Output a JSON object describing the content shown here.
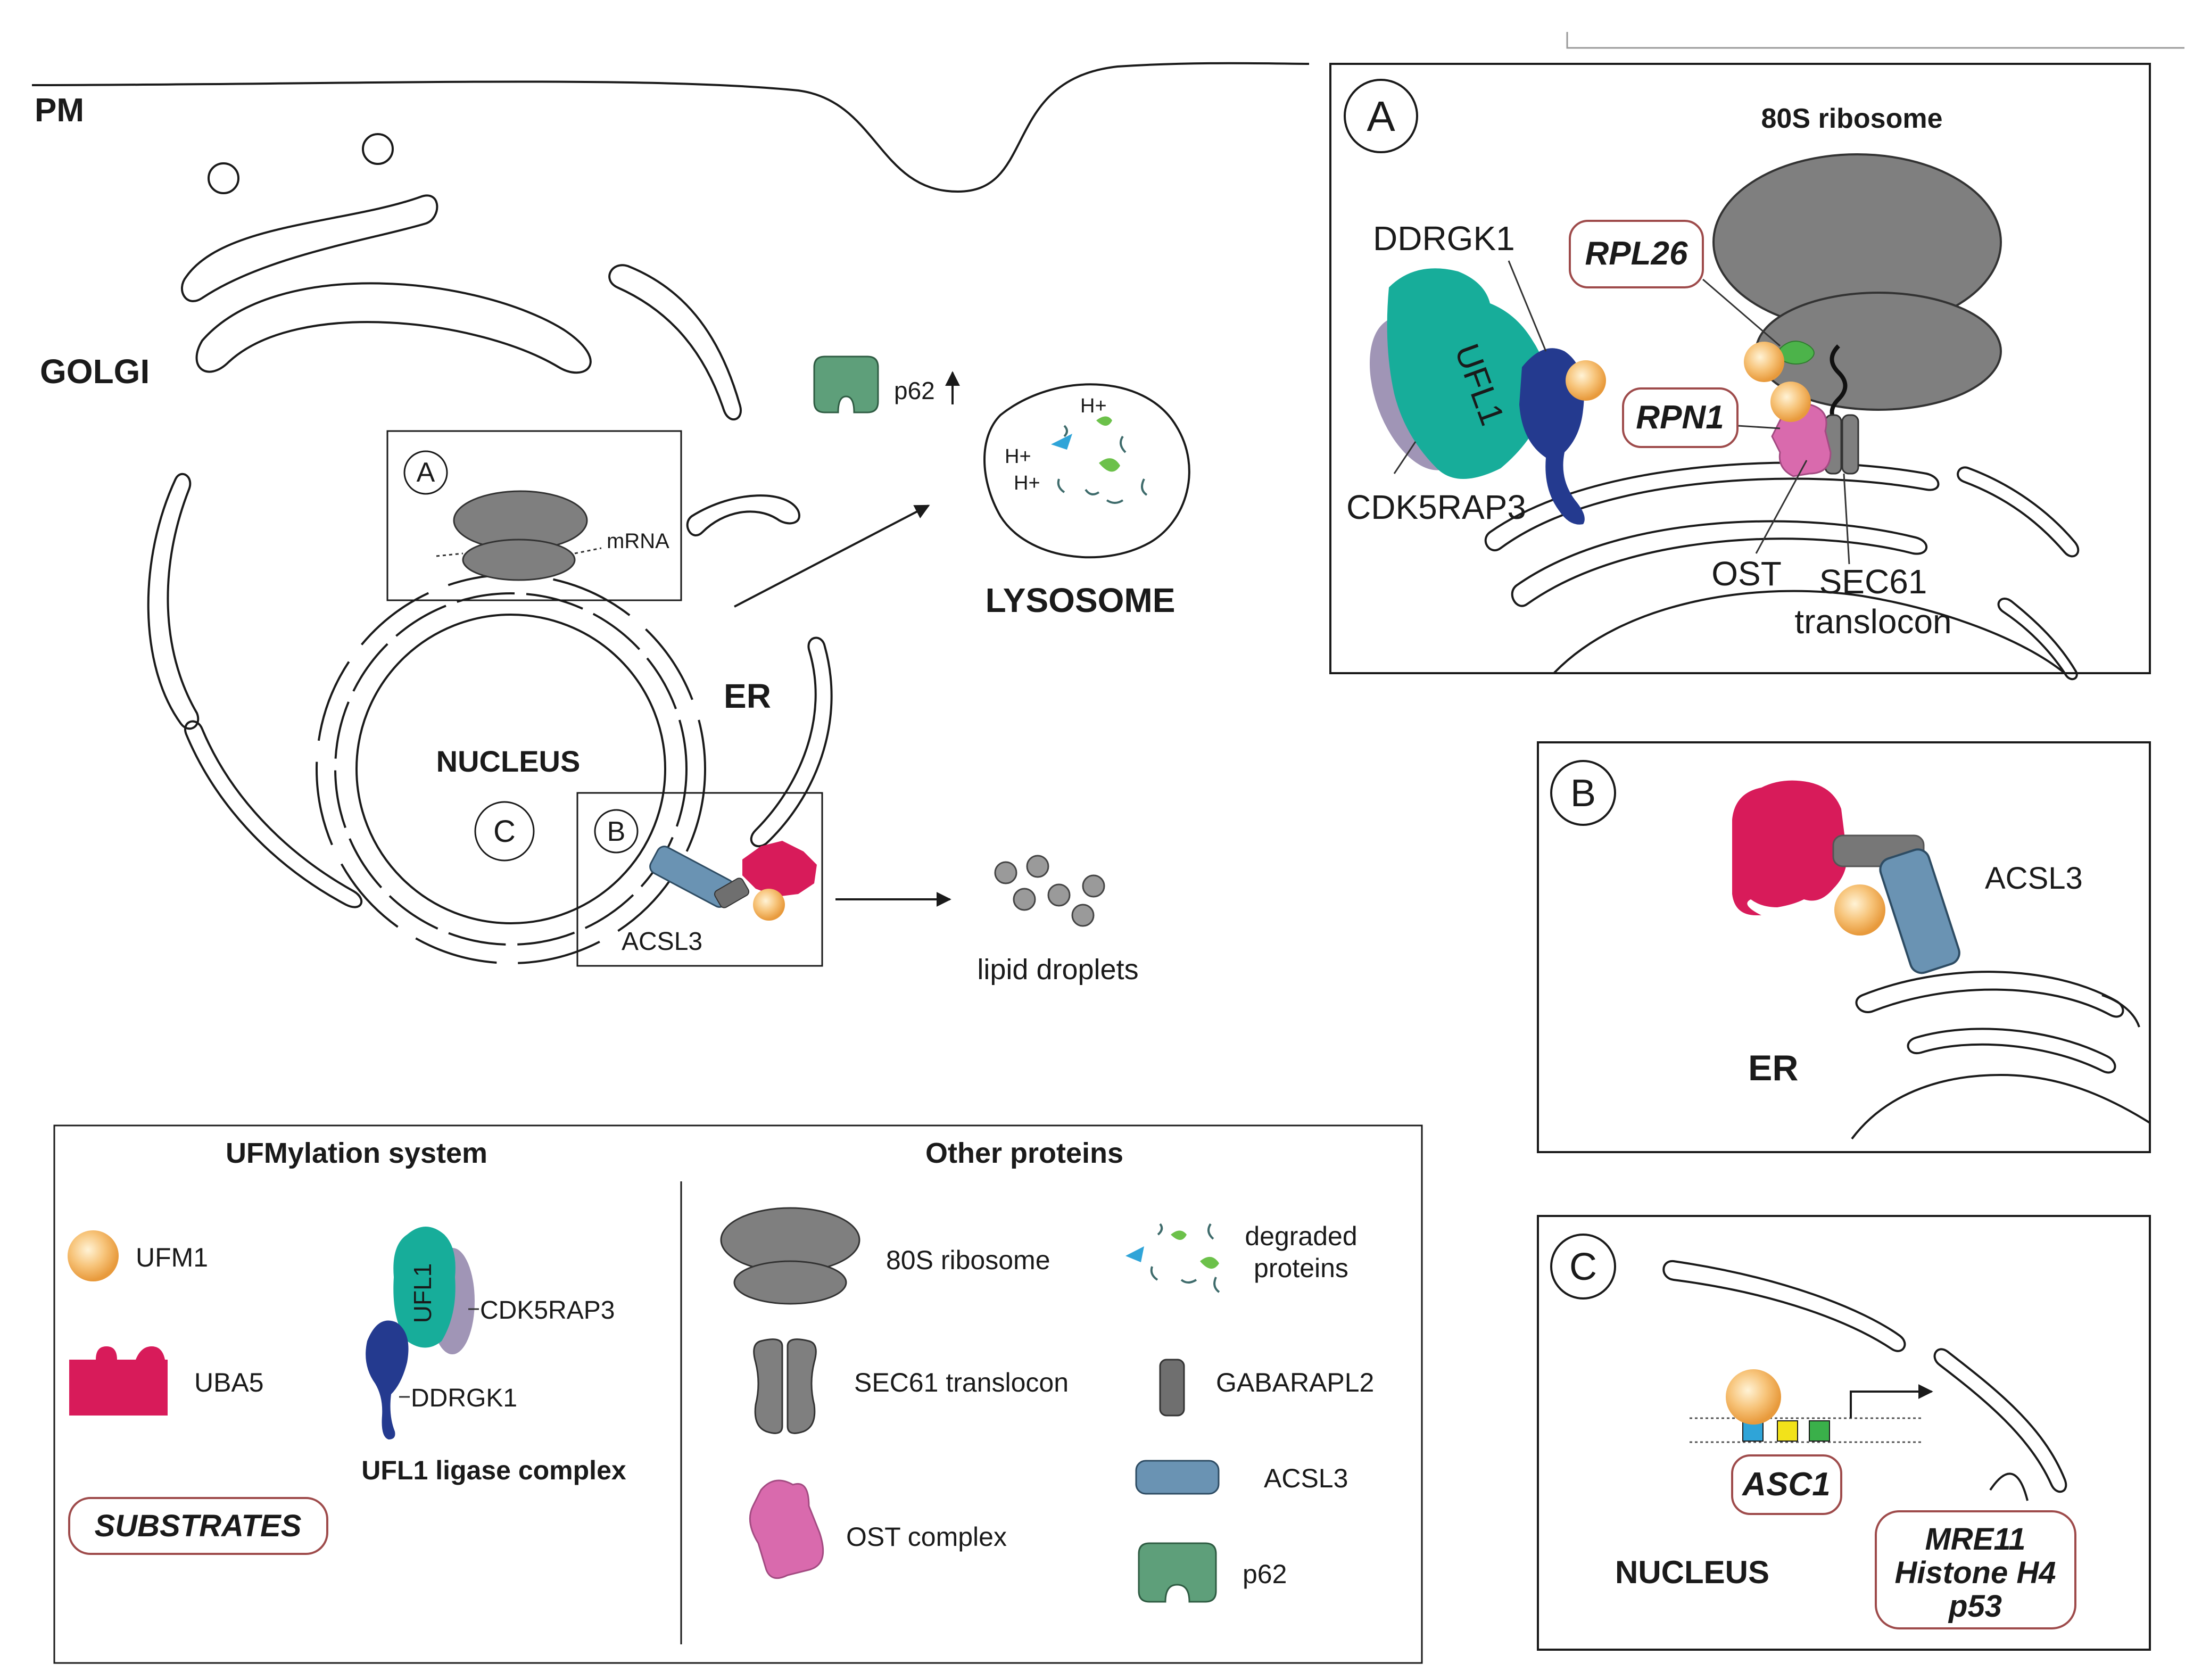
{
  "colors": {
    "ufm1": "#f4b35e",
    "uba5": "#d81b5a",
    "ufl1": "#17ad9a",
    "cdk5rap3": "#a095b6",
    "ddrgk1": "#243a8f",
    "ribosome": "#7f7f7f",
    "ost": "#d96aad",
    "acsl3": "#6a93b3",
    "p62": "#5e9f7a",
    "gabarapl2": "#6f6f6f",
    "rpl26_green": "#4cb34a",
    "substrate_border": "#9e4b4b"
  },
  "main": {
    "pm_label": "PM",
    "golgi_label": "GOLGI",
    "nucleus_label": "NUCLEUS",
    "er_label": "ER",
    "lysosome_label": "LYSOSOME",
    "mrna_label": "mRNA",
    "p62_label": "p62",
    "acsl3_label": "ACSL3",
    "lipid_label": "lipid droplets",
    "hplus": [
      "H+",
      "H+",
      "H+"
    ],
    "circle_a": "A",
    "circle_b": "B",
    "circle_c": "C"
  },
  "panel_a": {
    "letter": "A",
    "title": "80S ribosome",
    "ddrgk1": "DDRGK1",
    "ufl1": "UFL1",
    "cdk5rap3": "CDK5RAP3",
    "rpl26": "RPL26",
    "rpn1": "RPN1",
    "ost": "OST",
    "sec61_line1": "SEC61",
    "sec61_line2": "translocon"
  },
  "panel_b": {
    "letter": "B",
    "acsl3": "ACSL3",
    "er": "ER"
  },
  "panel_c": {
    "letter": "C",
    "asc1": "ASC1",
    "nucleus": "NUCLEUS",
    "substrates": [
      "MRE11",
      "Histone H4",
      "p53"
    ]
  },
  "legend": {
    "ufm_title": "UFMylation system",
    "other_title": "Other proteins",
    "ufm1": "UFM1",
    "uba5": "UBA5",
    "ufl1": "UFL1",
    "cdk5rap3": "CDK5RAP3",
    "ddrgk1": "DDRGK1",
    "ufl1_complex": "UFL1 ligase complex",
    "substrates": "SUBSTRATES",
    "ribosome": "80S ribosome",
    "sec61": "SEC61 translocon",
    "ost": "OST complex",
    "degraded_line1": "degraded",
    "degraded_line2": "proteins",
    "gabarapl2": "GABARAPL2",
    "acsl3": "ACSL3",
    "p62": "p62"
  }
}
